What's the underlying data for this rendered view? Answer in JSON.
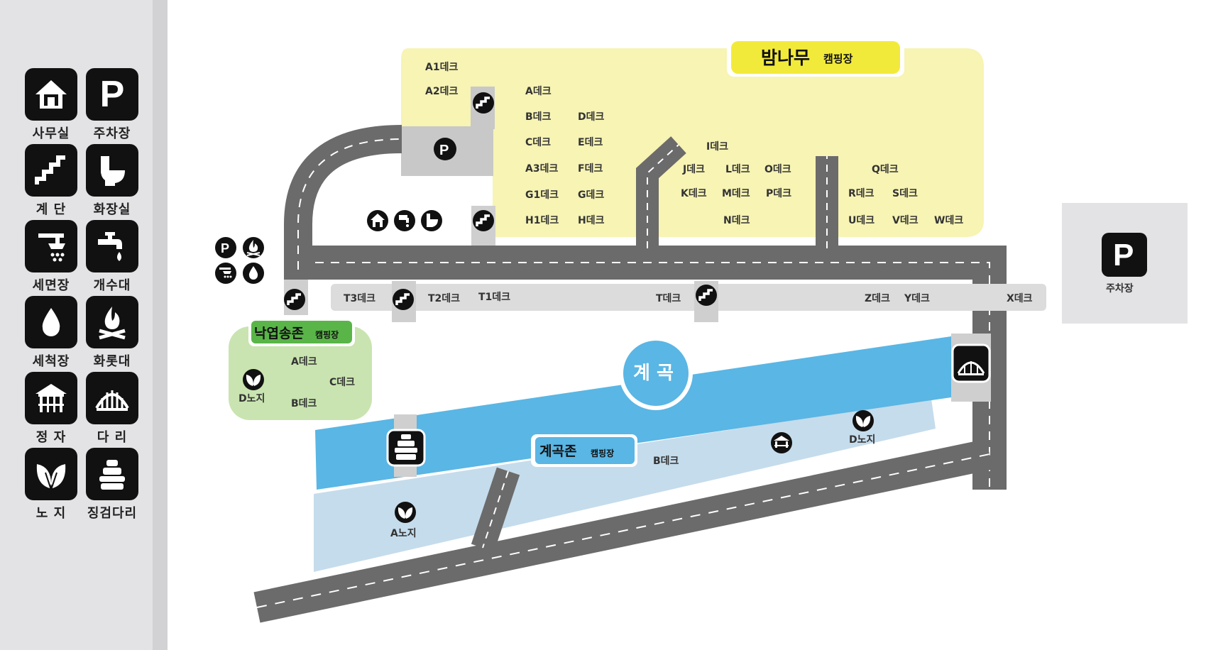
{
  "legend": [
    {
      "id": "office",
      "label": "사무실",
      "icon": "office-icon"
    },
    {
      "id": "parking",
      "label": "주차장",
      "icon": "parking-icon"
    },
    {
      "id": "stairs",
      "label": "계 단",
      "icon": "stairs-icon"
    },
    {
      "id": "toilet",
      "label": "화장실",
      "icon": "toilet-icon"
    },
    {
      "id": "washroom",
      "label": "세면장",
      "icon": "shower-icon"
    },
    {
      "id": "sink",
      "label": "개수대",
      "icon": "faucet-icon"
    },
    {
      "id": "washing",
      "label": "세척장",
      "icon": "water-drop-icon"
    },
    {
      "id": "firepit",
      "label": "화롯대",
      "icon": "campfire-icon"
    },
    {
      "id": "pavilion",
      "label": "정 자",
      "icon": "pavilion-icon"
    },
    {
      "id": "bridge",
      "label": "다 리",
      "icon": "bridge-icon"
    },
    {
      "id": "open",
      "label": "노 지",
      "icon": "leaf-icon"
    },
    {
      "id": "stepping",
      "label": "징검다리",
      "icon": "stepping-stones-icon"
    }
  ],
  "zones": {
    "chestnut": {
      "name": "밤나무",
      "suffix": "캠핑장"
    },
    "pine": {
      "name": "낙엽송존",
      "suffix": "캠핑장"
    },
    "valley": {
      "name": "계곡존",
      "suffix": "캠핑장"
    },
    "stream": {
      "name": "계 곡"
    }
  },
  "chestnut_decks": {
    "a1": "A1데크",
    "a2": "A2데크",
    "a": "A데크",
    "b": "B데크",
    "d": "D데크",
    "c": "C데크",
    "e": "E데크",
    "a3": "A3데크",
    "f": "F데크",
    "g1": "G1데크",
    "g": "G데크",
    "h1": "H1데크",
    "h": "H데크",
    "i": "I데크",
    "j": "J데크",
    "l": "L데크",
    "o": "O데크",
    "k": "K데크",
    "m": "M데크",
    "p": "P데크",
    "n": "N데크",
    "q": "Q데크",
    "r": "R데크",
    "s": "S데크",
    "u": "U데크",
    "v": "V데크",
    "w": "W데크"
  },
  "road_decks": {
    "t3": "T3데크",
    "t2": "T2데크",
    "t1": "T1데크",
    "t": "T데크",
    "z": "Z데크",
    "y": "Y데크",
    "x": "X데크"
  },
  "pine_decks": {
    "a": "A데크",
    "c": "C데크",
    "b": "B데크",
    "d_open": "D노지"
  },
  "valley_decks": {
    "a_open": "A노지",
    "b": "B데크",
    "d_open": "D노지"
  },
  "parking_right": {
    "label": "주차장"
  },
  "colors": {
    "chestnut_zone": "#f7f4b4",
    "pine_zone": "#c9e4b0",
    "valley_zone": "#c5dcec",
    "stream": "#5ab6e4",
    "road": "#6b6b6b",
    "title_badge": "#f2ea3a",
    "pine_badge": "#5ab548",
    "valley_badge": "#5ab6e4"
  }
}
